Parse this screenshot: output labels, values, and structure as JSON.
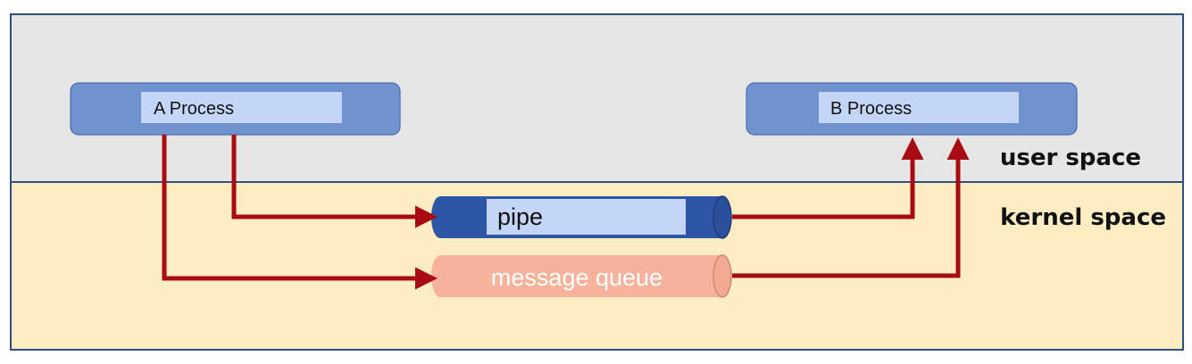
{
  "zones": {
    "user_space": "user space",
    "kernel_space": "kernel space"
  },
  "processes": {
    "a": "A Process",
    "b": "B Process"
  },
  "channels": {
    "pipe": "pipe",
    "message_queue": "message queue"
  },
  "colors": {
    "user_space_bg": "#E7E6E6",
    "kernel_space_bg": "#FEEDC3",
    "zone_border": "#2F4F7F",
    "process_box": "#7092CF",
    "process_label_bg": "#C3D6F7",
    "pipe_body": "#2E56A6",
    "pipe_label_bg": "#C3D6F7",
    "mq_body": "#F6B29B",
    "arrow": "#A80C12"
  }
}
